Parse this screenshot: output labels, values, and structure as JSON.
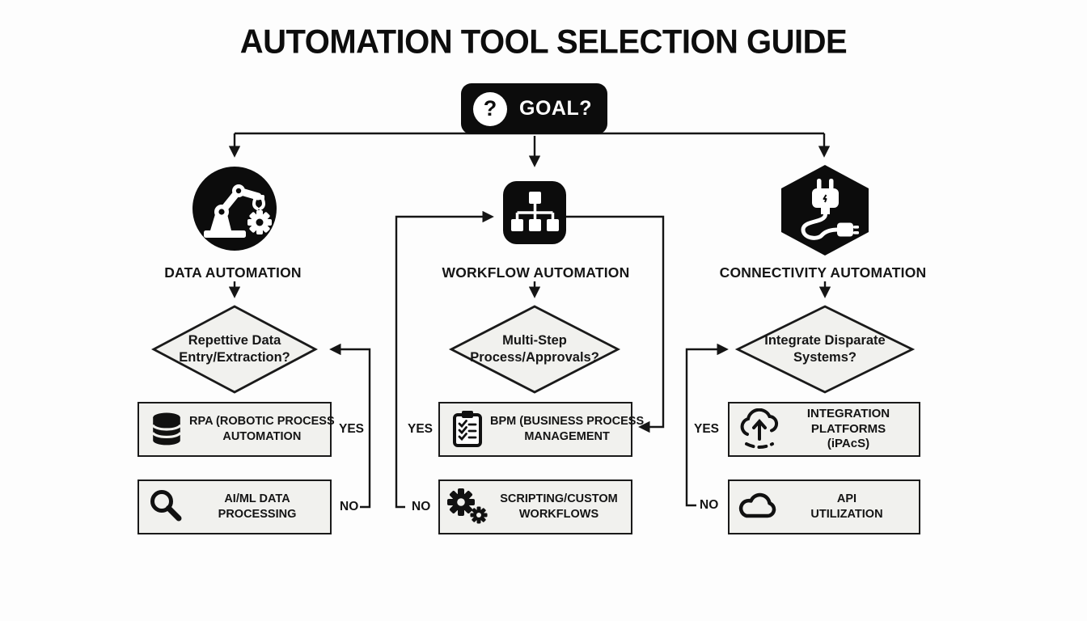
{
  "title": "AUTOMATION TOOL SELECTION GUIDE",
  "goal": {
    "label": "GOAL?",
    "question_glyph": "?"
  },
  "branches": [
    {
      "label": "DATA AUTOMATION",
      "icon": "robot-arm-icon",
      "question": {
        "line1": "Repettive Data",
        "line2": "Entry/Extraction?"
      },
      "yes_label": "YES",
      "no_label": "NO",
      "yes_result": {
        "icon": "database-icon",
        "lines": [
          "RPA (ROBOTIC PROCESS",
          "AUTOMATION"
        ]
      },
      "no_result": {
        "icon": "magnifier-icon",
        "lines": [
          "AI/ML DATA",
          "PROCESSING"
        ]
      }
    },
    {
      "label": "WORKFLOW AUTOMATION",
      "icon": "org-chart-icon",
      "question": {
        "line1": "Multi-Step",
        "line2": "Process/Approvals?"
      },
      "yes_label": "YES",
      "no_label": "NO",
      "yes_result": {
        "icon": "clipboard-checklist-icon",
        "lines": [
          "BPM (BUSINESS PROCESS",
          "MANAGEMENT"
        ]
      },
      "no_result": {
        "icon": "gears-icon",
        "lines": [
          "SCRIPTING/CUSTOM",
          "WORKFLOWS"
        ]
      }
    },
    {
      "label": "CONNECTIVITY AUTOMATION",
      "icon": "plug-icon",
      "question": {
        "line1": "Integrate Disparate",
        "line2": "Systems?"
      },
      "yes_label": "YES",
      "no_label": "NO",
      "yes_result": {
        "icon": "cloud-upload-icon",
        "lines": [
          "INTEGRATION",
          "PLATFORMS",
          "(iPAcS)"
        ]
      },
      "no_result": {
        "icon": "cloud-icon",
        "lines": [
          "API",
          "UTILIZATION"
        ]
      }
    }
  ],
  "colors": {
    "background": "#fdfdfd",
    "node_black": "#0c0c0c",
    "box_fill": "#f1f1ee",
    "border": "#1a1a1a",
    "line": "#151515",
    "white": "#ffffff"
  }
}
